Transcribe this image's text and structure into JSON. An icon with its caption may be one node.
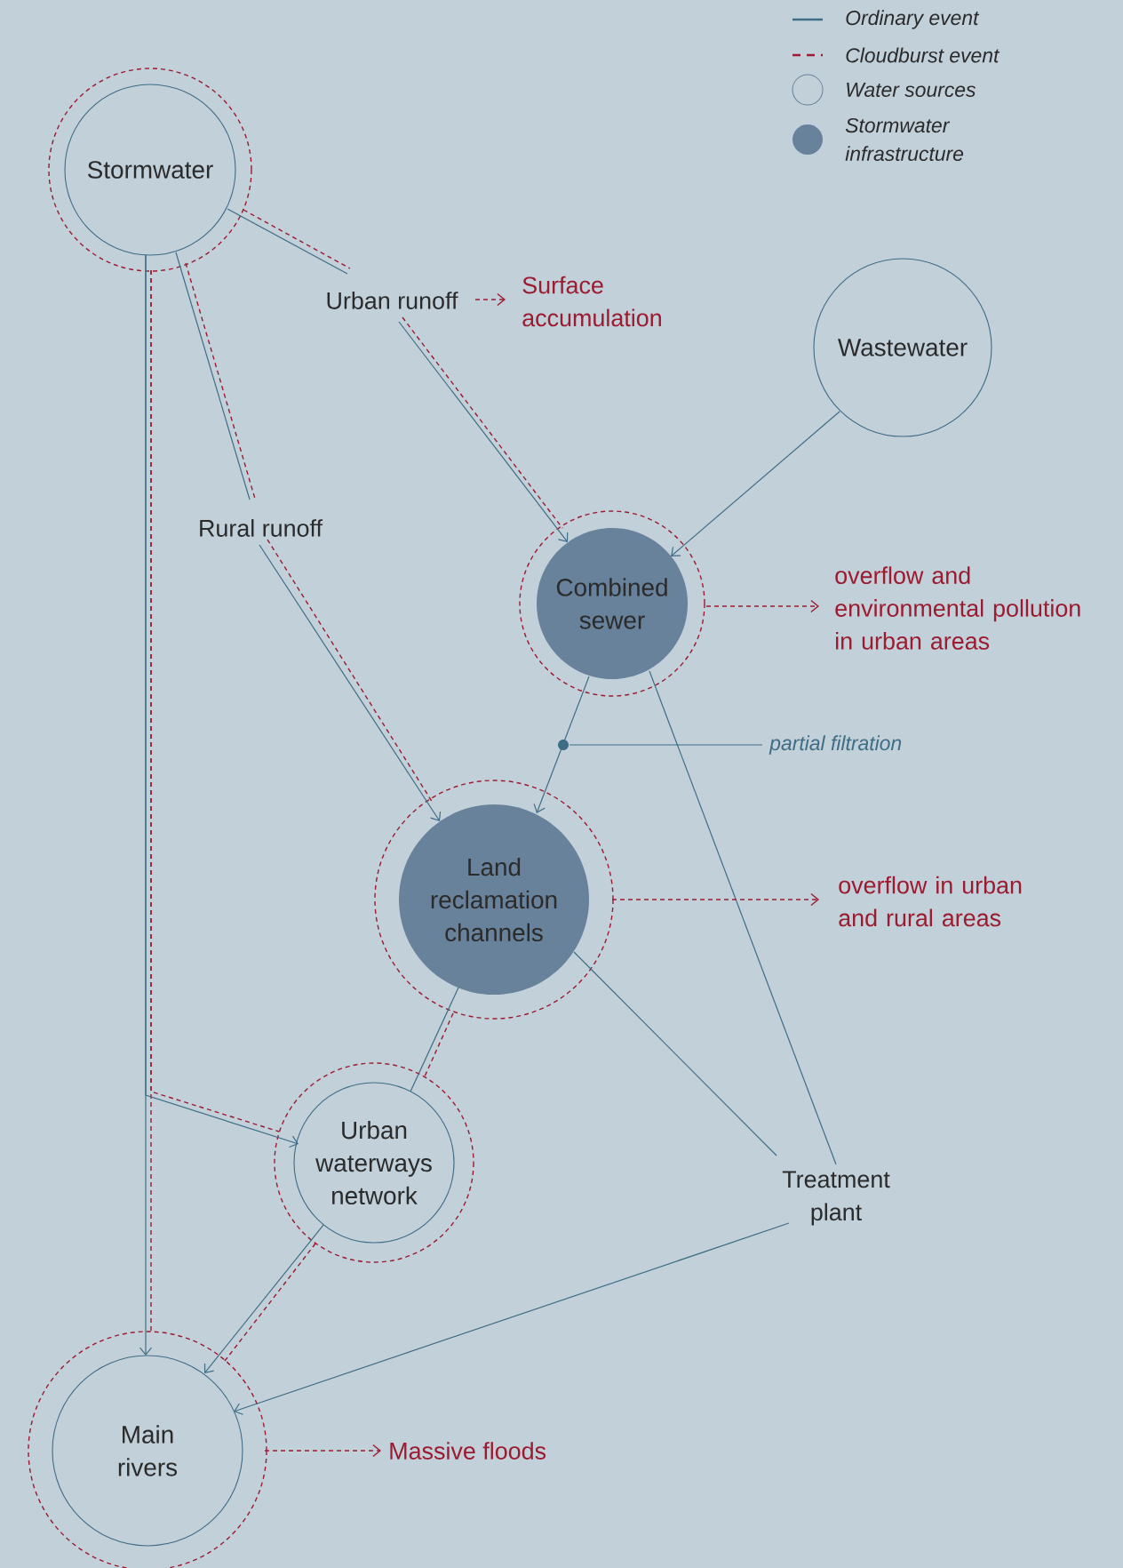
{
  "diagram": {
    "nodes": [
      {
        "text": [
          "Stormwater"
        ]
      },
      {
        "text": [
          "Urban runoff"
        ]
      },
      {
        "text": [
          "Surface accumulation"
        ]
      },
      {
        "text": [
          "Wastewater"
        ]
      },
      {
        "text": [
          "Rural runoff"
        ]
      },
      {
        "text": [
          "Combined sewer"
        ]
      },
      {
        "text": [
          "overflow and environmental pollution in urban areas"
        ]
      },
      {
        "text": [
          "partial filtration"
        ]
      },
      {
        "text": [
          "Land reclamation channels"
        ]
      },
      {
        "text": [
          "overflow in urban and rural areas"
        ]
      },
      {
        "text": [
          "Urban waterways network"
        ]
      },
      {
        "text": [
          "Treatment plant"
        ]
      },
      {
        "text": [
          "Main rivers"
        ]
      },
      {
        "text": [
          "Massive floods"
        ]
      },
      {
        "text": [],
        "shape": "circle"
      }
    ],
    "edges": [
      {
        "from": 0,
        "to": 1,
        "arrow": "none"
      },
      {
        "from": 0,
        "to": 1,
        "arrow": "none",
        "style": "dashed",
        "color": "#9b1b30"
      },
      {
        "from": 1,
        "to": 5,
        "arrow": "to"
      },
      {
        "from": 1,
        "to": 5,
        "arrow": "none",
        "style": "dashed",
        "color": "#9b1b30"
      },
      {
        "from": 1,
        "to": 2,
        "arrow": "to",
        "style": "dashed",
        "color": "#9b1b30"
      },
      {
        "from": 0,
        "to": 4,
        "arrow": "none"
      },
      {
        "from": 0,
        "to": 4,
        "arrow": "none",
        "style": "dashed",
        "color": "#9b1b30"
      },
      {
        "from": 4,
        "to": 8,
        "arrow": "to"
      },
      {
        "from": 4,
        "to": 8,
        "arrow": "none",
        "style": "dashed",
        "color": "#9b1b30"
      },
      {
        "from": 3,
        "to": 5,
        "arrow": "to"
      },
      {
        "from": 5,
        "to": 6,
        "arrow": "to",
        "style": "dashed",
        "color": "#9b1b30"
      },
      {
        "from": 5,
        "to": 8,
        "arrow": "to"
      },
      {
        "from": 7,
        "to": 14,
        "arrow": "none"
      },
      {
        "from": 5,
        "to": 11,
        "arrow": "none"
      },
      {
        "from": 8,
        "to": 9,
        "arrow": "to",
        "style": "dashed",
        "color": "#9b1b30"
      },
      {
        "from": 8,
        "to": 11,
        "arrow": "none"
      },
      {
        "from": 8,
        "to": 10,
        "arrow": "none"
      },
      {
        "from": 8,
        "to": 10,
        "arrow": "none",
        "style": "dashed",
        "color": "#9b1b30"
      },
      {
        "from": 0,
        "to": 12,
        "arrow": "to"
      },
      {
        "from": 0,
        "to": 12,
        "arrow": "none",
        "style": "dashed",
        "color": "#9b1b30"
      },
      {
        "from": 0,
        "to": 10,
        "arrow": "to"
      },
      {
        "from": 0,
        "to": 10,
        "arrow": "none",
        "style": "dashed",
        "color": "#9b1b30"
      },
      {
        "from": 10,
        "to": 12,
        "arrow": "to"
      },
      {
        "from": 10,
        "to": 12,
        "arrow": "none",
        "style": "dashed",
        "color": "#9b1b30"
      },
      {
        "from": 11,
        "to": 12,
        "arrow": "to"
      },
      {
        "from": 12,
        "to": 13,
        "arrow": "to",
        "style": "dashed",
        "color": "#9b1b30"
      }
    ],
    "legend": [
      {
        "text": "Ordinary event"
      },
      {
        "text": "Cloudburst event"
      },
      {
        "text": "Water sources"
      },
      {
        "text": "Stormwater infrastructure",
        "color": "#67829a"
      }
    ]
  }
}
